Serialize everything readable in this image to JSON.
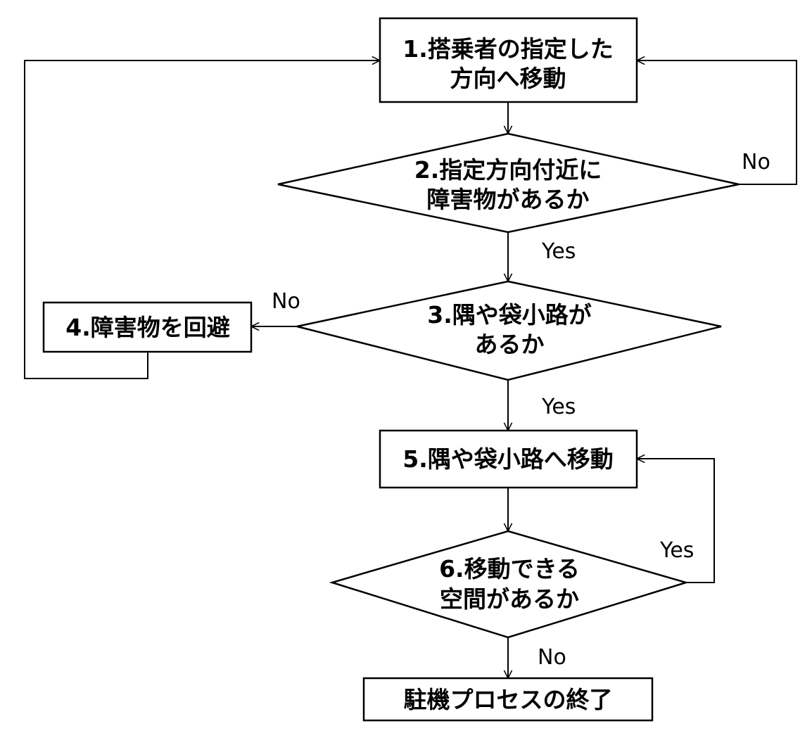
{
  "nodes": {
    "step1": {
      "lines": [
        "1.搭乗者の指定した",
        "方向へ移動"
      ]
    },
    "step2": {
      "lines": [
        "2.指定方向付近に",
        "障害物があるか"
      ]
    },
    "step3": {
      "lines": [
        "3.隅や袋小路が",
        "あるか"
      ]
    },
    "step4": {
      "lines": [
        "4.障害物を回避"
      ]
    },
    "step5": {
      "lines": [
        "5.隅や袋小路へ移動"
      ]
    },
    "step6": {
      "lines": [
        "6.移動できる",
        "空間があるか"
      ]
    },
    "end": {
      "lines": [
        "駐機プロセスの終了"
      ]
    }
  },
  "labels": {
    "step2_no": "No",
    "step2_yes": "Yes",
    "step3_no": "No",
    "step3_yes": "Yes",
    "step6_yes": "Yes",
    "step6_no": "No"
  },
  "colors": {
    "stroke": "#000000",
    "fill": "#ffffff"
  }
}
